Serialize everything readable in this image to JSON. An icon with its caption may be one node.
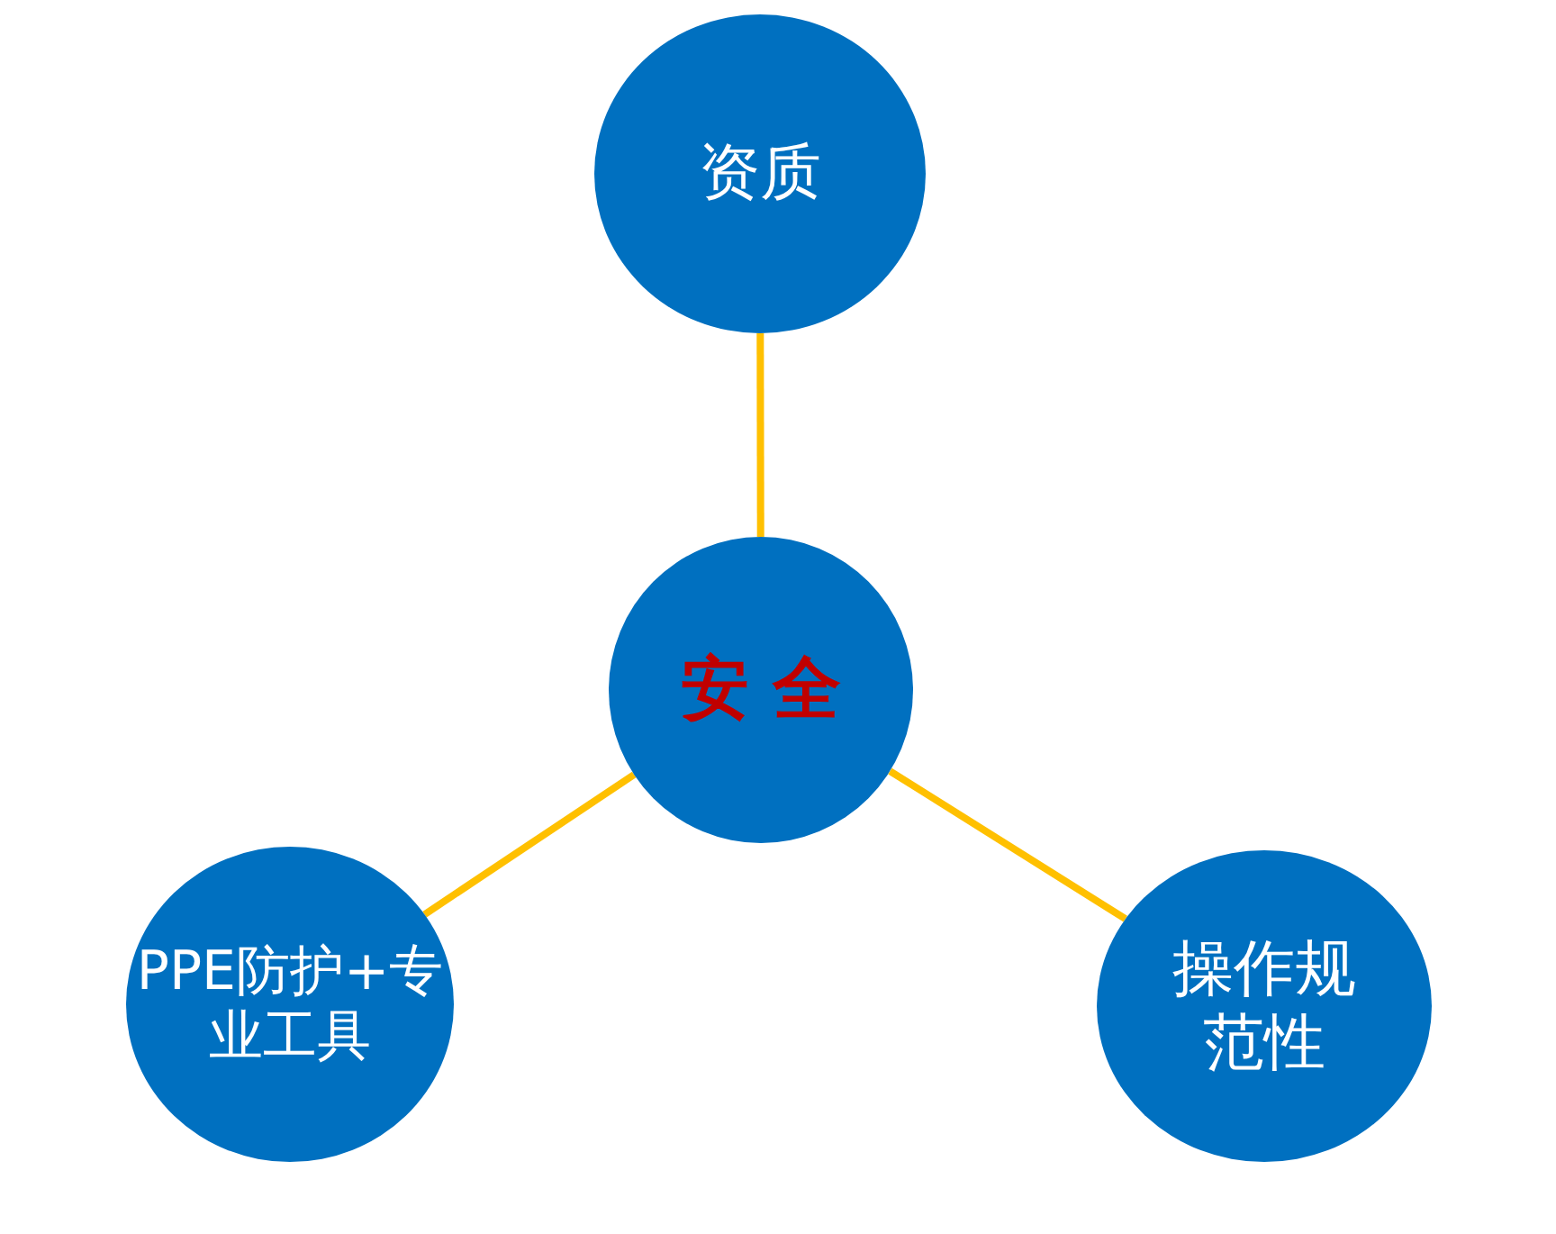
{
  "diagram": {
    "nodes": [
      {
        "text": [
          "资质"
        ]
      },
      {
        "text": [
          "安 全"
        ]
      },
      {
        "text": [
          "PPE防护+专业工具"
        ]
      },
      {
        "text": [
          "操作规范性"
        ]
      }
    ],
    "edges": [
      {
        "from": 0,
        "to": 1,
        "arrow": "none",
        "color": "#ffc000"
      },
      {
        "from": 1,
        "to": 2,
        "arrow": "none",
        "color": "#ffc000"
      },
      {
        "from": 1,
        "to": 3,
        "arrow": "none",
        "color": "#ffc000"
      }
    ]
  }
}
